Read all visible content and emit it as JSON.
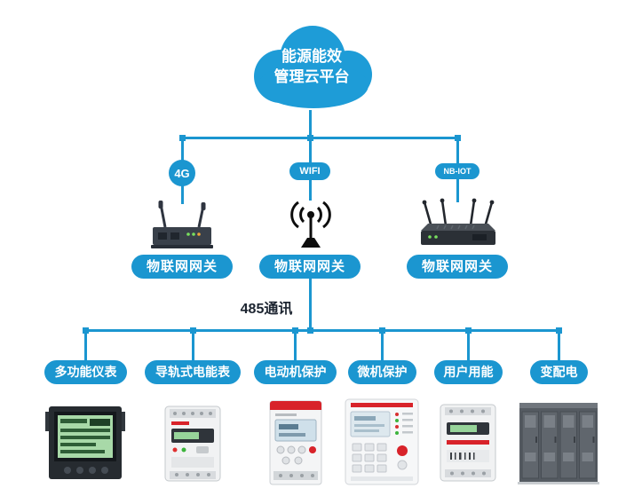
{
  "colors": {
    "accent": "#1b96d0",
    "cloud": "#1e9cd7",
    "text_dark": "#1c2430"
  },
  "cloud": {
    "line1": "能源能效",
    "line2": "管理云平台"
  },
  "network": {
    "badges": [
      {
        "label": "4G"
      },
      {
        "label": "WIFI"
      },
      {
        "label": "NB-IOT"
      }
    ],
    "gateways": [
      {
        "label": "物联网网关"
      },
      {
        "label": "物联网网关"
      },
      {
        "label": "物联网网关"
      }
    ]
  },
  "bus": {
    "label": "485通讯"
  },
  "devices": [
    {
      "label": "多功能仪表"
    },
    {
      "label": "导轨式电能表"
    },
    {
      "label": "电动机保护"
    },
    {
      "label": "微机保护"
    },
    {
      "label": "用户用能"
    },
    {
      "label": "变配电"
    }
  ],
  "images": {
    "gateway_icons": [
      "industrial-4g-router",
      "wifi-antenna",
      "industrial-nbiot-router"
    ],
    "device_icons": [
      "multifunction-meter",
      "din-rail-energy-meter",
      "motor-protection-relay",
      "microcomputer-protection-device",
      "user-energy-meter",
      "power-distribution-cabinets"
    ]
  }
}
